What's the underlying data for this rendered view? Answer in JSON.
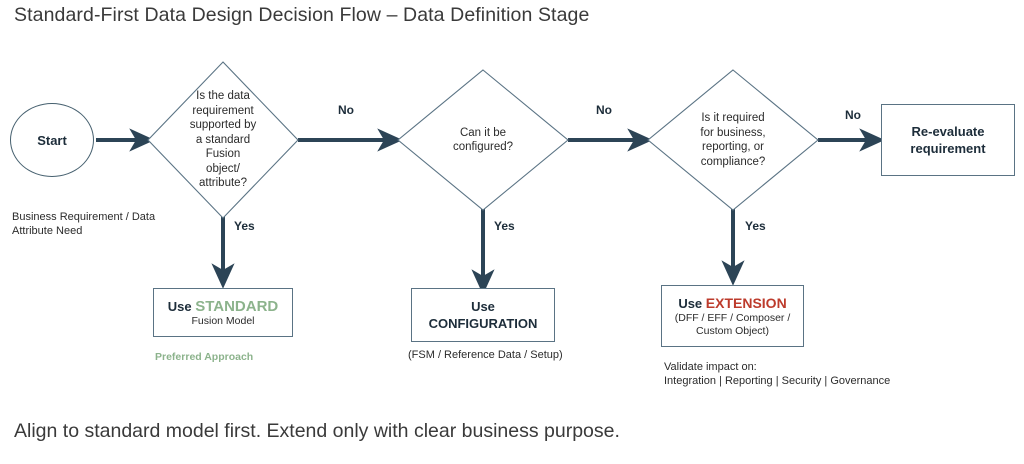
{
  "diagram": {
    "title": "Standard-First Data Design Decision Flow – Data Definition Stage",
    "footer_note": "Align to standard model first. Extend only with clear business purpose.",
    "colors": {
      "shape_border": "#5a7384",
      "connector": "#2c4456",
      "text": "#2b2b2b",
      "accent_green": "#8cb38c",
      "accent_red": "#bd3b2c"
    },
    "start": {
      "label": "Start",
      "caption": "Business Requirement / Data\nAttribute Need"
    },
    "decisions": [
      {
        "id": "standard-object",
        "text": "Is the data requirement supported by a standard Fusion object/ attribute?",
        "lines": [
          "Is the data",
          "requirement",
          "supported by",
          "a standard",
          "Fusion",
          "object/",
          "attribute?"
        ],
        "yes_label": "Yes",
        "no_label": "No"
      },
      {
        "id": "configurable",
        "text": "Can it be configured?",
        "lines": [
          "Can it be",
          "configured?"
        ],
        "yes_label": "Yes",
        "no_label": "No"
      },
      {
        "id": "required",
        "text": "Is it required for business, reporting, or compliance?",
        "lines": [
          "Is it required",
          "for business,",
          "reporting, or",
          "compliance?"
        ],
        "yes_label": "Yes",
        "no_label": "No"
      }
    ],
    "outcomes": [
      {
        "id": "use-standard",
        "prefix": "Use ",
        "keyword": "STANDARD",
        "keyword_color": "green",
        "sub": "Fusion Model",
        "caption": "Preferred Approach",
        "caption_style": "green"
      },
      {
        "id": "use-configuration",
        "line1": "Use",
        "line2": "CONFIGURATION",
        "caption": "(FSM / Reference Data / Setup)",
        "caption_style": "plain"
      },
      {
        "id": "use-extension",
        "prefix": "Use ",
        "keyword": "EXTENSION",
        "keyword_color": "red",
        "sub": "(DFF / EFF / Composer /\nCustom Object)",
        "caption": "Validate impact on:\nIntegration | Reporting | Security | Governance",
        "caption_style": "plain"
      }
    ],
    "terminal": {
      "id": "re-evaluate",
      "line1": "Re-evaluate",
      "line2": "requirement"
    }
  }
}
